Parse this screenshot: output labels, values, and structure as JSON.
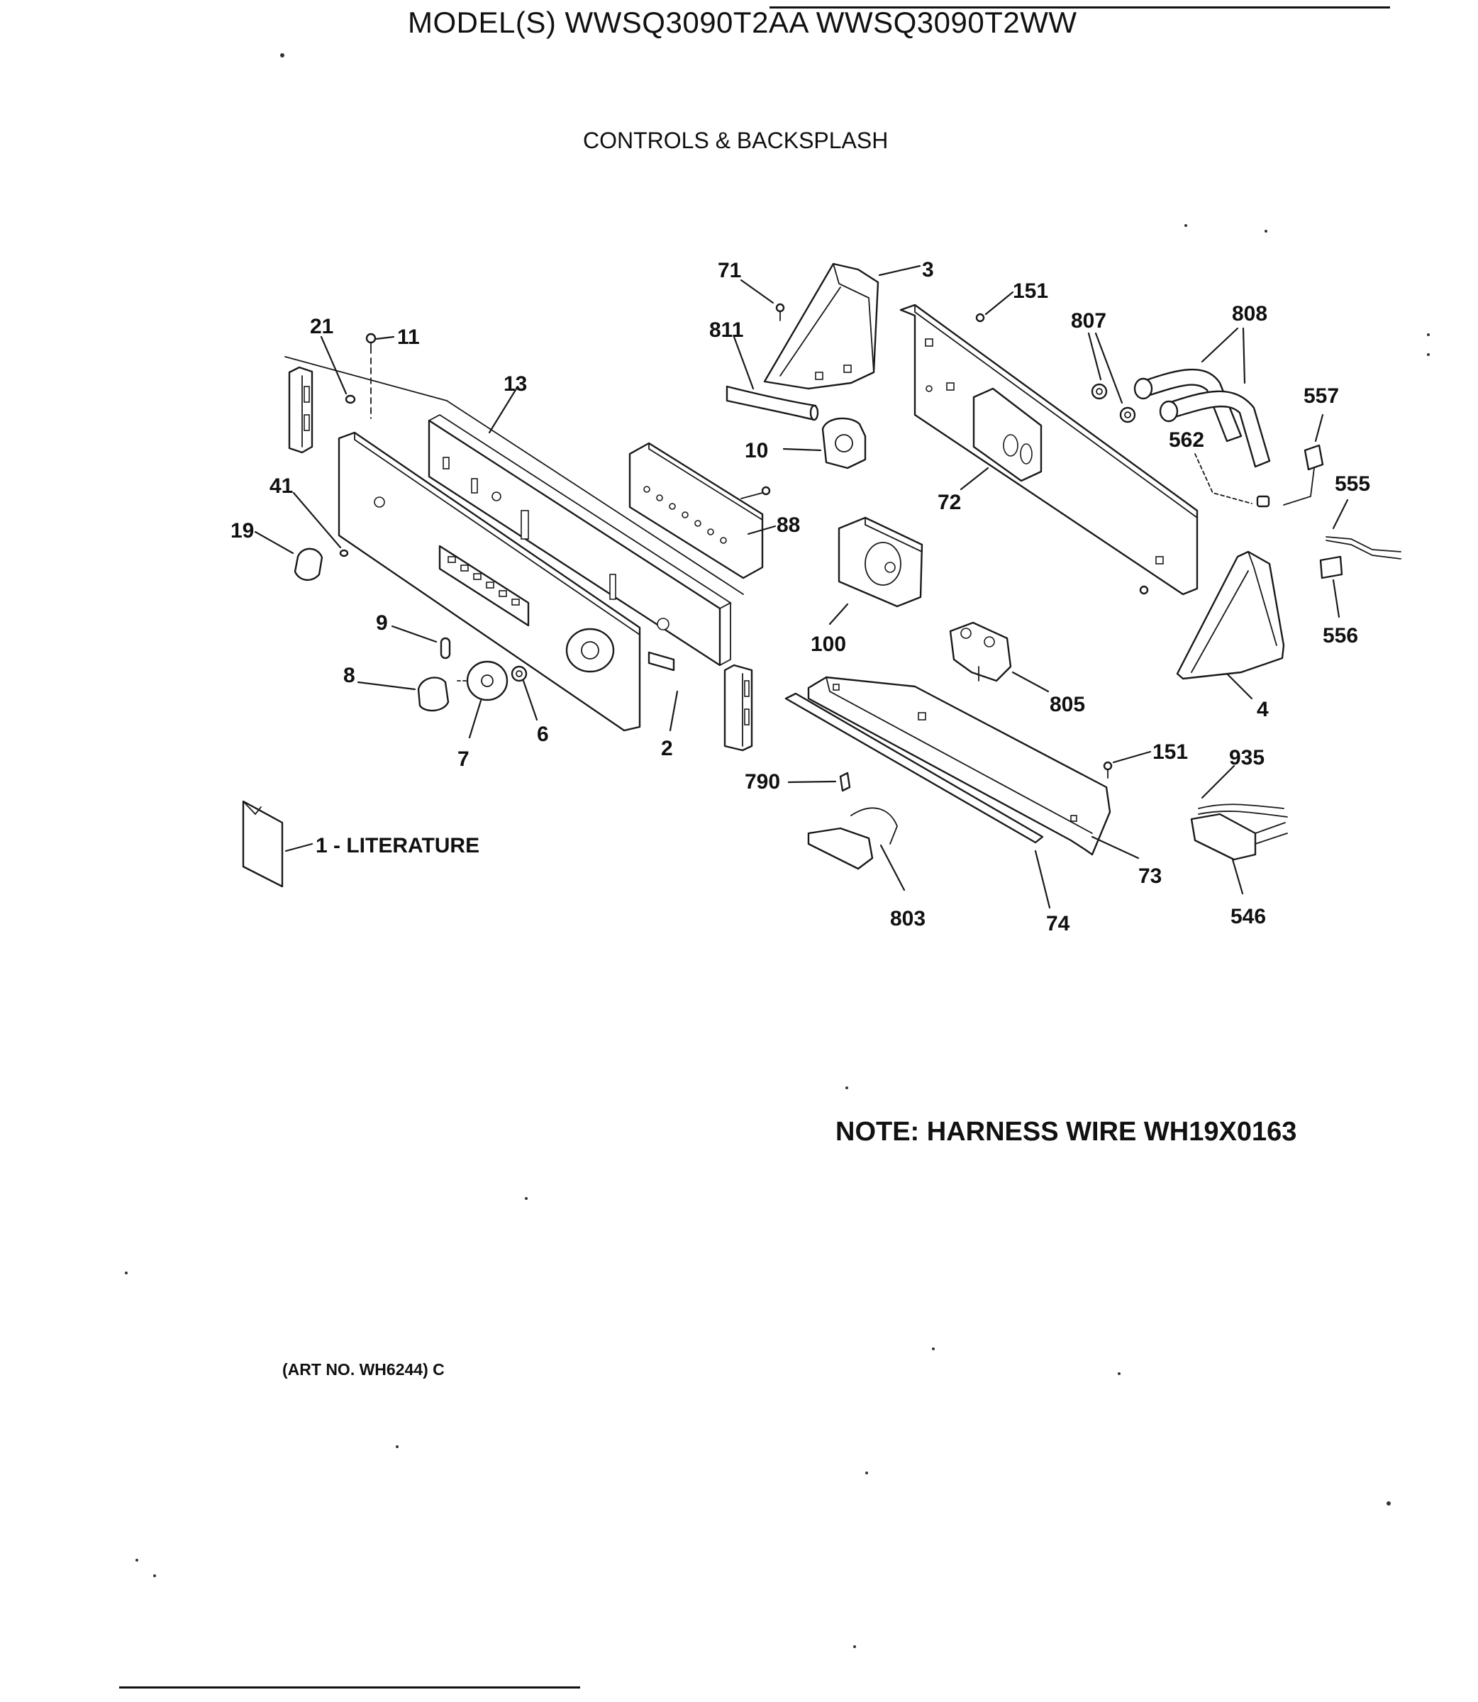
{
  "header": {
    "model_title": "MODEL(S) WWSQ3090T2AA  WWSQ3090T2WW",
    "section_title": "CONTROLS & BACKSPLASH"
  },
  "note": "NOTE: HARNESS WIRE WH19X0163",
  "art_number": "(ART NO. WH6244) C",
  "callouts": {
    "p1_literature": "1 - LITERATURE",
    "p2": "2",
    "p3": "3",
    "p4": "4",
    "p6": "6",
    "p7": "7",
    "p8": "8",
    "p9": "9",
    "p10": "10",
    "p11": "11",
    "p13": "13",
    "p19": "19",
    "p21": "21",
    "p41": "41",
    "p71": "71",
    "p72": "72",
    "p73": "73",
    "p74": "74",
    "p88": "88",
    "p100": "100",
    "p151_top": "151",
    "p151_mid": "151",
    "p546": "546",
    "p555": "555",
    "p556": "556",
    "p557": "557",
    "p562": "562",
    "p790": "790",
    "p803": "803",
    "p805": "805",
    "p807": "807",
    "p808": "808",
    "p811": "811",
    "p935": "935"
  }
}
